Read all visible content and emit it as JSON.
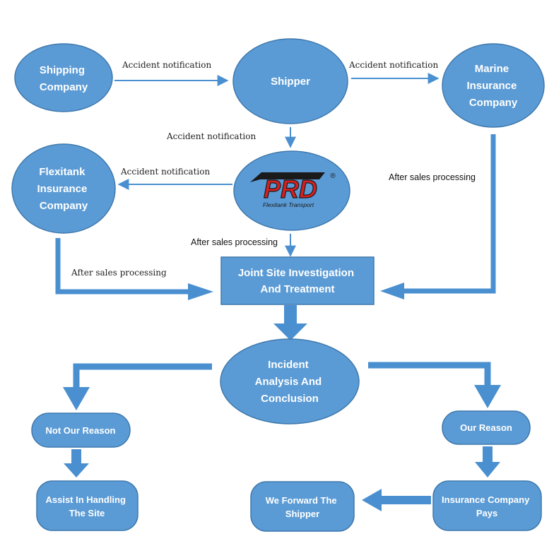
{
  "colors": {
    "node_fill": "#5b9bd5",
    "node_stroke": "#3f79ad",
    "node_text": "#ffffff",
    "arrow": "#4a90d0",
    "logo_red": "#d42020",
    "logo_black": "#1a1a1a"
  },
  "nodes": {
    "shipping_company": [
      "Shipping",
      "Company"
    ],
    "shipper": [
      "Shipper"
    ],
    "marine_insurance": [
      "Marine",
      "Insurance",
      "Company"
    ],
    "flexitank_insurance": [
      "Flexitank",
      "Insurance",
      "Company"
    ],
    "prd_logo": {
      "brand": "PRD",
      "tagline": "Flexitank Transport",
      "mark": "®"
    },
    "joint_site": [
      "Joint Site Investigation",
      "And Treatment"
    ],
    "incident_analysis": [
      "Incident",
      "Analysis And",
      "Conclusion"
    ],
    "not_our_reason": [
      "Not Our Reason"
    ],
    "our_reason": [
      "Our Reason"
    ],
    "assist_handling": [
      "Assist In Handling",
      "The Site"
    ],
    "insurance_pays": [
      "Insurance Company",
      "Pays"
    ],
    "forward_shipper": [
      "We Forward The",
      "Shipper"
    ]
  },
  "edge_labels": {
    "shipping_to_shipper": "Accident notification",
    "shipper_to_marine": "Accident notification",
    "shipper_to_prd": "Accident notification",
    "prd_to_flexitank": "Accident notification",
    "marine_to_joint": "After sales processing",
    "prd_to_joint": "After sales processing",
    "flexitank_to_joint": "After sales processing"
  }
}
